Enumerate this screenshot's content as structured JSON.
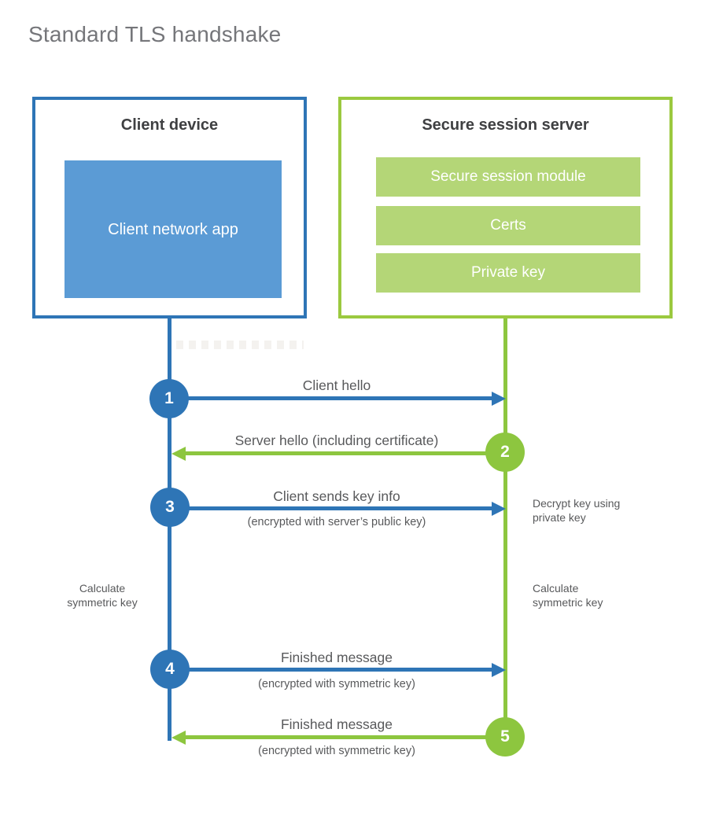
{
  "title": "Standard TLS handshake",
  "colors": {
    "blue_line": "#2e75b6",
    "blue_fill": "#5b9bd5",
    "green_line": "#8dc63f",
    "green_border": "#9bc93f",
    "green_fill": "#b4d677",
    "heading_text": "#3f4042",
    "label_text": "#58595b",
    "title_text": "#75767a"
  },
  "client_box": {
    "title": "Client device",
    "app_label": "Client network app"
  },
  "server_box": {
    "title": "Secure session server",
    "modules": [
      "Secure session module",
      "Certs",
      "Private key"
    ]
  },
  "steps": [
    {
      "num": "1",
      "label": "Client hello",
      "direction": "client-to-server"
    },
    {
      "num": "2",
      "label": "Server hello (including certificate)",
      "direction": "server-to-client"
    },
    {
      "num": "3",
      "label": "Client sends key info",
      "sub": "(encrypted with server’s public key)",
      "direction": "client-to-server",
      "note": "Decrypt key using private key"
    },
    {
      "num": "4",
      "label": "Finished message",
      "sub": "(encrypted with symmetric key)",
      "direction": "client-to-server"
    },
    {
      "num": "5",
      "label": "Finished message",
      "sub": "(encrypted with symmetric key)",
      "direction": "server-to-client"
    }
  ],
  "annotations": {
    "left_note": "Calculate symmetric key",
    "right_note": "Calculate symmetric key"
  }
}
